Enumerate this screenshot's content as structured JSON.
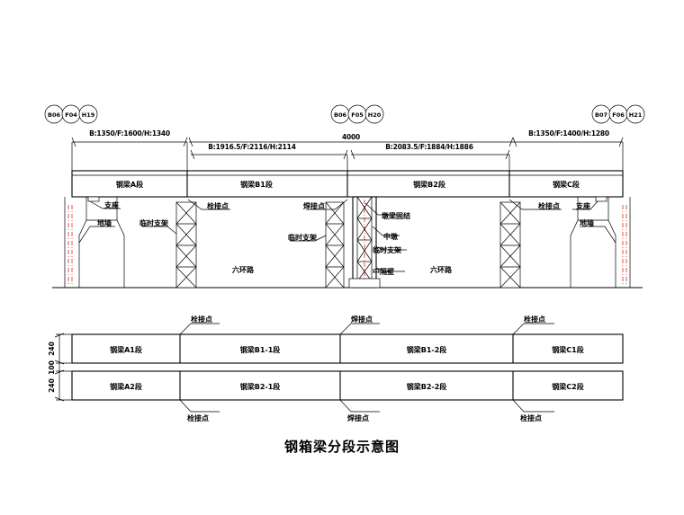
{
  "drawing": {
    "title": "钢箱梁分段示意图",
    "balloons": {
      "left": [
        "B06",
        "F04",
        "H19"
      ],
      "center": [
        "B06",
        "F05",
        "H20"
      ],
      "right": [
        "B07",
        "F06",
        "H21"
      ]
    },
    "dimensions": {
      "left_span": "B:1350/F:1600/H:1340",
      "left_mid_span": "B:1916.5/F:2116/H:2114",
      "center_span": "4000",
      "right_mid_span": "B:2083.5/F:1884/H:1886",
      "right_span": "B:1350/F:1400/H:1280"
    },
    "elevation": {
      "segments": [
        {
          "label": "钢梁A段"
        },
        {
          "label": "钢梁B1段"
        },
        {
          "label": "钢梁B2段"
        },
        {
          "label": "钢梁C段"
        }
      ],
      "annotations": {
        "bearing_left": "支座",
        "wall_left": "地墙",
        "temp_support_left": "临时支架",
        "bolt_joint_left": "栓接点",
        "weld_joint": "焊接点",
        "temp_support_mid": "临时支架",
        "pier_beam_fixed": "墩梁固结",
        "center_pier": "中墩",
        "temp_support_center": "临时支架",
        "center_diaphragm": "中隔壁",
        "road_left": "六环路",
        "road_right": "六环路",
        "bolt_joint_right": "栓接点",
        "bearing_right": "支座",
        "wall_right": "地墙"
      }
    },
    "plan": {
      "row1": [
        {
          "label": "钢梁A1段"
        },
        {
          "label": "钢梁B1-1段"
        },
        {
          "label": "钢梁B1-2段"
        },
        {
          "label": "钢梁C1段"
        }
      ],
      "row2": [
        {
          "label": "钢梁A2段"
        },
        {
          "label": "钢梁B2-1段"
        },
        {
          "label": "钢梁B2-2段"
        },
        {
          "label": "钢梁C2段"
        }
      ],
      "vdims": {
        "row1_height": "240",
        "gap": "100",
        "row2_height": "240"
      },
      "top_annotations": {
        "bolt_left": "栓接点",
        "weld_mid": "焊接点",
        "bolt_right": "栓接点"
      },
      "bottom_annotations": {
        "bolt_left": "栓接点",
        "weld_mid": "焊接点",
        "bolt_right": "栓接点"
      }
    },
    "colors": {
      "line": "#000000",
      "accent_red": "#e8413a",
      "secondary": "#6f6f6f",
      "background": "#ffffff"
    }
  }
}
